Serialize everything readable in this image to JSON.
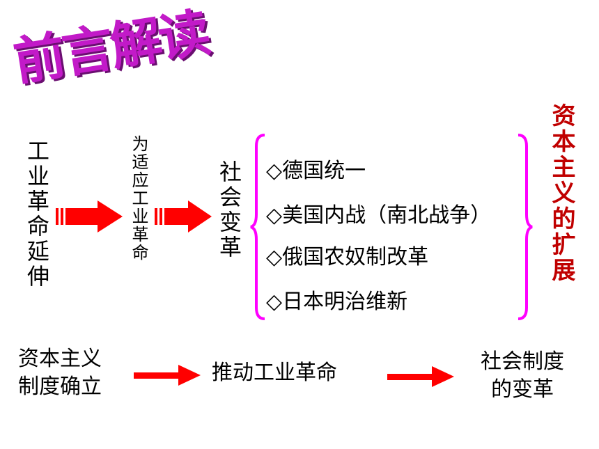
{
  "title": "前言解读",
  "col1": "工业革命延伸",
  "col2": "为适应工业革命",
  "col3": "社会变革",
  "events": [
    "◇德国统一",
    "◇美国内战（南北战争）",
    "◇俄国农奴制改革",
    "◇日本明治维新"
  ],
  "conclusion": "资本主义的扩展",
  "bottom": {
    "left_line1": "资本主义",
    "left_line2": "制度确立",
    "middle": "推动工业革命",
    "right_line1": "社会制度",
    "right_line2": "的变革"
  },
  "colors": {
    "title": "#c21ac8",
    "arrow": "#ff0000",
    "brace": "#ff00ff",
    "conclusion": "#c00000"
  }
}
